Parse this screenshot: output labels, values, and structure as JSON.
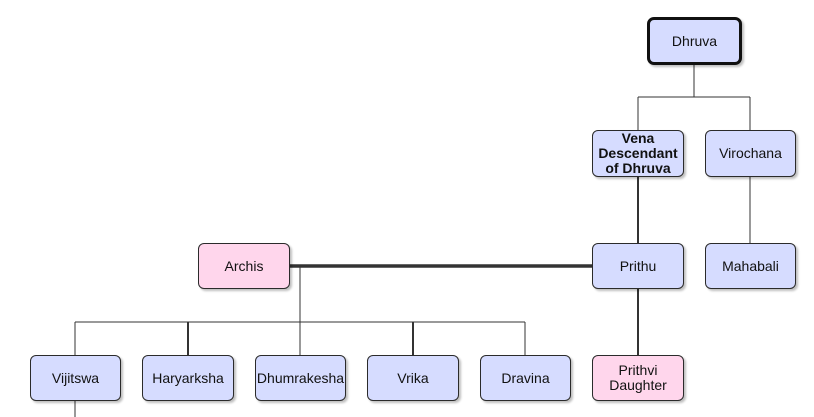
{
  "tree": {
    "nodes": [
      {
        "id": "dhruva",
        "label": "Dhruva",
        "fill": "#d6dcff",
        "emphasis": "root"
      },
      {
        "id": "vena",
        "label": "Vena\nDescendant\nof Dhruva",
        "fill": "#d6dcff",
        "emphasis": "bold"
      },
      {
        "id": "virochana",
        "label": "Virochana",
        "fill": "#d6dcff"
      },
      {
        "id": "prithu",
        "label": "Prithu",
        "fill": "#d6dcff"
      },
      {
        "id": "mahabali",
        "label": "Mahabali",
        "fill": "#d6dcff"
      },
      {
        "id": "archis",
        "label": "Archis",
        "fill": "#ffd6ec"
      },
      {
        "id": "vijitswa",
        "label": "Vijitswa",
        "fill": "#d6dcff"
      },
      {
        "id": "haryarksha",
        "label": "Haryarksha",
        "fill": "#d6dcff"
      },
      {
        "id": "dhumrakesha",
        "label": "Dhumrakesha",
        "fill": "#d6dcff"
      },
      {
        "id": "vrika",
        "label": "Vrika",
        "fill": "#d6dcff"
      },
      {
        "id": "dravina",
        "label": "Dravina",
        "fill": "#d6dcff"
      },
      {
        "id": "prithvi",
        "label": "Prithvi\nDaughter",
        "fill": "#ffd6ec"
      }
    ]
  }
}
